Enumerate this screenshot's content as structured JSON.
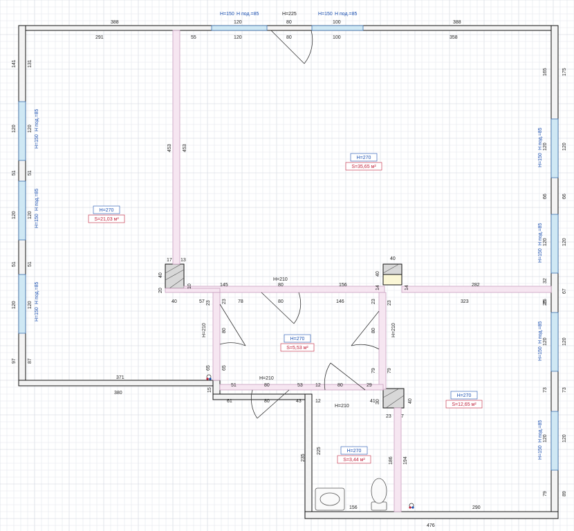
{
  "colors": {
    "background": "#ffffff",
    "grid_minor": "#e3e6ec",
    "grid_major": "#cfd4dd",
    "wall_fill": "#f3f3f3",
    "wall_stroke": "#111111",
    "partition_fill": "#f6e6f1",
    "partition_stroke": "#c8a0c0",
    "window_glass": "#cfe8f4",
    "window_stroke": "#3a6fb0",
    "room_label_blue": "#1a4fb0",
    "room_label_red": "#c0213a",
    "door_arc": "#333333"
  },
  "rooms": [
    {
      "id": "left-room",
      "height_label": "H=270",
      "area_label": "S=21,03 м²"
    },
    {
      "id": "main-room",
      "height_label": "H=270",
      "area_label": "S=35,65 м²"
    },
    {
      "id": "hall",
      "height_label": "H=270",
      "area_label": "S=5,53 м²"
    },
    {
      "id": "right-room",
      "height_label": "H=270",
      "area_label": "S=12,65 м²"
    },
    {
      "id": "bathroom",
      "height_label": "H=270",
      "area_label": "S=3,44 м²"
    }
  ],
  "windows": [
    {
      "id": "top-1",
      "h": "H=150",
      "sill": "H под.=85"
    },
    {
      "id": "top-2",
      "h": "H=150",
      "sill": "H под.=85"
    },
    {
      "id": "left-1",
      "h": "H=150",
      "sill": "H под.=85"
    },
    {
      "id": "left-2",
      "h": "H=150",
      "sill": "H под.=85"
    },
    {
      "id": "left-3",
      "h": "H=150",
      "sill": "H под.=85"
    },
    {
      "id": "right-1",
      "h": "H=150",
      "sill": "H под.=85"
    },
    {
      "id": "right-2",
      "h": "H=150",
      "sill": "H под.=85"
    },
    {
      "id": "right-3",
      "h": "H=150",
      "sill": "H под.=85"
    },
    {
      "id": "right-4",
      "h": "H=150",
      "sill": "H под.=85"
    }
  ],
  "doors": [
    {
      "id": "entrance",
      "label": "H=225"
    },
    {
      "id": "hall-top",
      "label": "H=210"
    },
    {
      "id": "hall-left",
      "label": "H=210"
    },
    {
      "id": "hall-right",
      "label": "H=210"
    },
    {
      "id": "hall-bottom",
      "label": "H=210"
    },
    {
      "id": "bath",
      "label": "H=210"
    }
  ],
  "dimensions": {
    "top_outer": [
      "388",
      "388"
    ],
    "top_window_segments": [
      "120",
      "80",
      "100"
    ],
    "top_inner": [
      "291",
      "55",
      "120",
      "80",
      "100",
      "358"
    ],
    "left_outer": [
      "141",
      "120",
      "51",
      "120",
      "51",
      "120",
      "97"
    ],
    "left_inner": [
      "131",
      "120",
      "51",
      "120",
      "51",
      "120",
      "87"
    ],
    "right_upper_outer": [
      "175",
      "120",
      "66",
      "120",
      "67"
    ],
    "right_upper_inner": [
      "165",
      "120",
      "66",
      "120",
      "32"
    ],
    "right_lower_outer": [
      "120",
      "73",
      "120",
      "89"
    ],
    "right_lower_inner": [
      "25",
      "120",
      "73",
      "120",
      "79"
    ],
    "partition_vertical": [
      "453",
      "453"
    ],
    "middle_row_top": [
      "17",
      "13",
      "40",
      "40",
      "40",
      "20",
      "10",
      "145",
      "80",
      "156",
      "14",
      "14",
      "282"
    ],
    "middle_row_bottom": [
      "40",
      "57",
      "23",
      "78",
      "80",
      "146",
      "23",
      "323",
      "25"
    ],
    "hall_vertical": [
      "23",
      "80",
      "65",
      "65",
      "23",
      "80",
      "79",
      "79"
    ],
    "hall_bottom_row": [
      "15",
      "51",
      "80",
      "53",
      "12",
      "80",
      "29",
      "30"
    ],
    "below_hall": [
      "61",
      "80",
      "43",
      "12",
      "41",
      "23",
      "7"
    ],
    "left_room_bottom": "371",
    "bottom_outer_left": "380",
    "bath_dims": [
      "235",
      "225",
      "156",
      "186",
      "194"
    ],
    "bottom_right": [
      "290",
      "476"
    ],
    "lower_right_extra": [
      "40"
    ]
  }
}
